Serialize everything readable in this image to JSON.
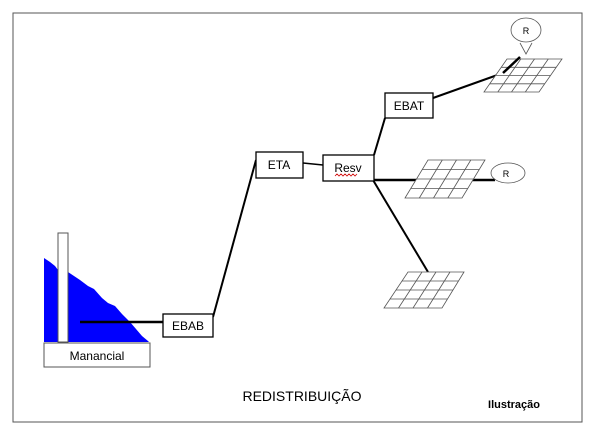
{
  "diagram": {
    "nodes": {
      "manancial": "Manancial",
      "ebab": "EBAB",
      "eta": "ETA",
      "resv": "Resv",
      "ebat": "EBAT",
      "r_top": "R",
      "r_mid": "R"
    },
    "caption": "REDISTRIBUIÇÃO",
    "corner_label": "Ilustração"
  },
  "colors": {
    "water": "#0000ff",
    "line": "#000000",
    "background": "#ffffff"
  }
}
